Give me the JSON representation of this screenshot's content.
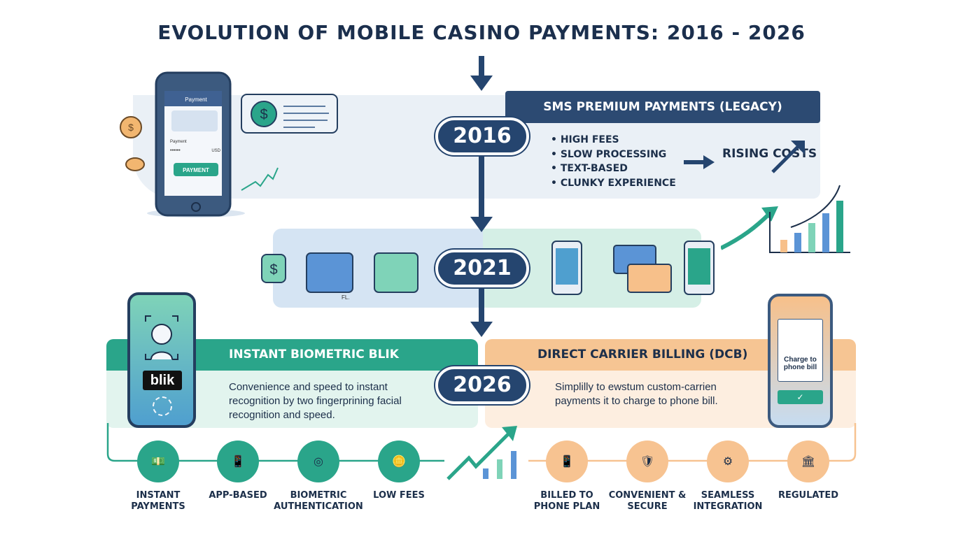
{
  "title": "EVOLUTION OF MOBILE CASINO PAYMENTS: 2016 - 2026",
  "era_2016": {
    "year": "2016",
    "header": "SMS PREMIUM PAYMENTS (LEGACY)",
    "bullets": [
      "HIGH FEES",
      "SLOW PROCESSING",
      "TEXT-BASED",
      "CLUNKY EXPERIENCE"
    ],
    "outcome": "RISING COSTS",
    "phone": {
      "screen_title": "Payment",
      "field_label": "Payment",
      "masked_value": "••••••",
      "currency": "USD",
      "button": "PAYMENT"
    }
  },
  "era_2021": {
    "year": "2021",
    "wallet_caption": "FL."
  },
  "era_2026": {
    "year": "2026",
    "blik": {
      "header": "INSTANT BIOMETRIC BLIK",
      "body": "Convenience and speed to instant recognition by two fingerprining facial recognition and speed.",
      "logo": "blik"
    },
    "dcb": {
      "header": "DIRECT CARRIER BILLING (DCB)",
      "body": "Simplilly to ewstum custom-carrien payments it to charge to phone bill.",
      "phone_text": "Charge to phone bill"
    }
  },
  "features_blik": [
    {
      "icon": "cash-icon",
      "label": "INSTANT PAYMENTS"
    },
    {
      "icon": "phone-scan-icon",
      "label": "APP-BASED"
    },
    {
      "icon": "fingerprint-icon",
      "label": "BIOMETRIC AUTHENTICATION"
    },
    {
      "icon": "coins-icon",
      "label": "LOW FEES"
    }
  ],
  "features_dcb": [
    {
      "icon": "phone-icon",
      "label": "BILLED TO PHONE PLAN"
    },
    {
      "icon": "shield-check-icon",
      "label": "CONVENIENT & SECURE"
    },
    {
      "icon": "gear-check-icon",
      "label": "SEAMLESS INTEGRATION"
    },
    {
      "icon": "bank-icon",
      "label": "REGULATED"
    }
  ],
  "colors": {
    "navy": "#25456f",
    "teal": "#2aa58a",
    "orange": "#f6c593",
    "blue_band": "#d5e4f3",
    "mint_band": "#d5efe6"
  }
}
